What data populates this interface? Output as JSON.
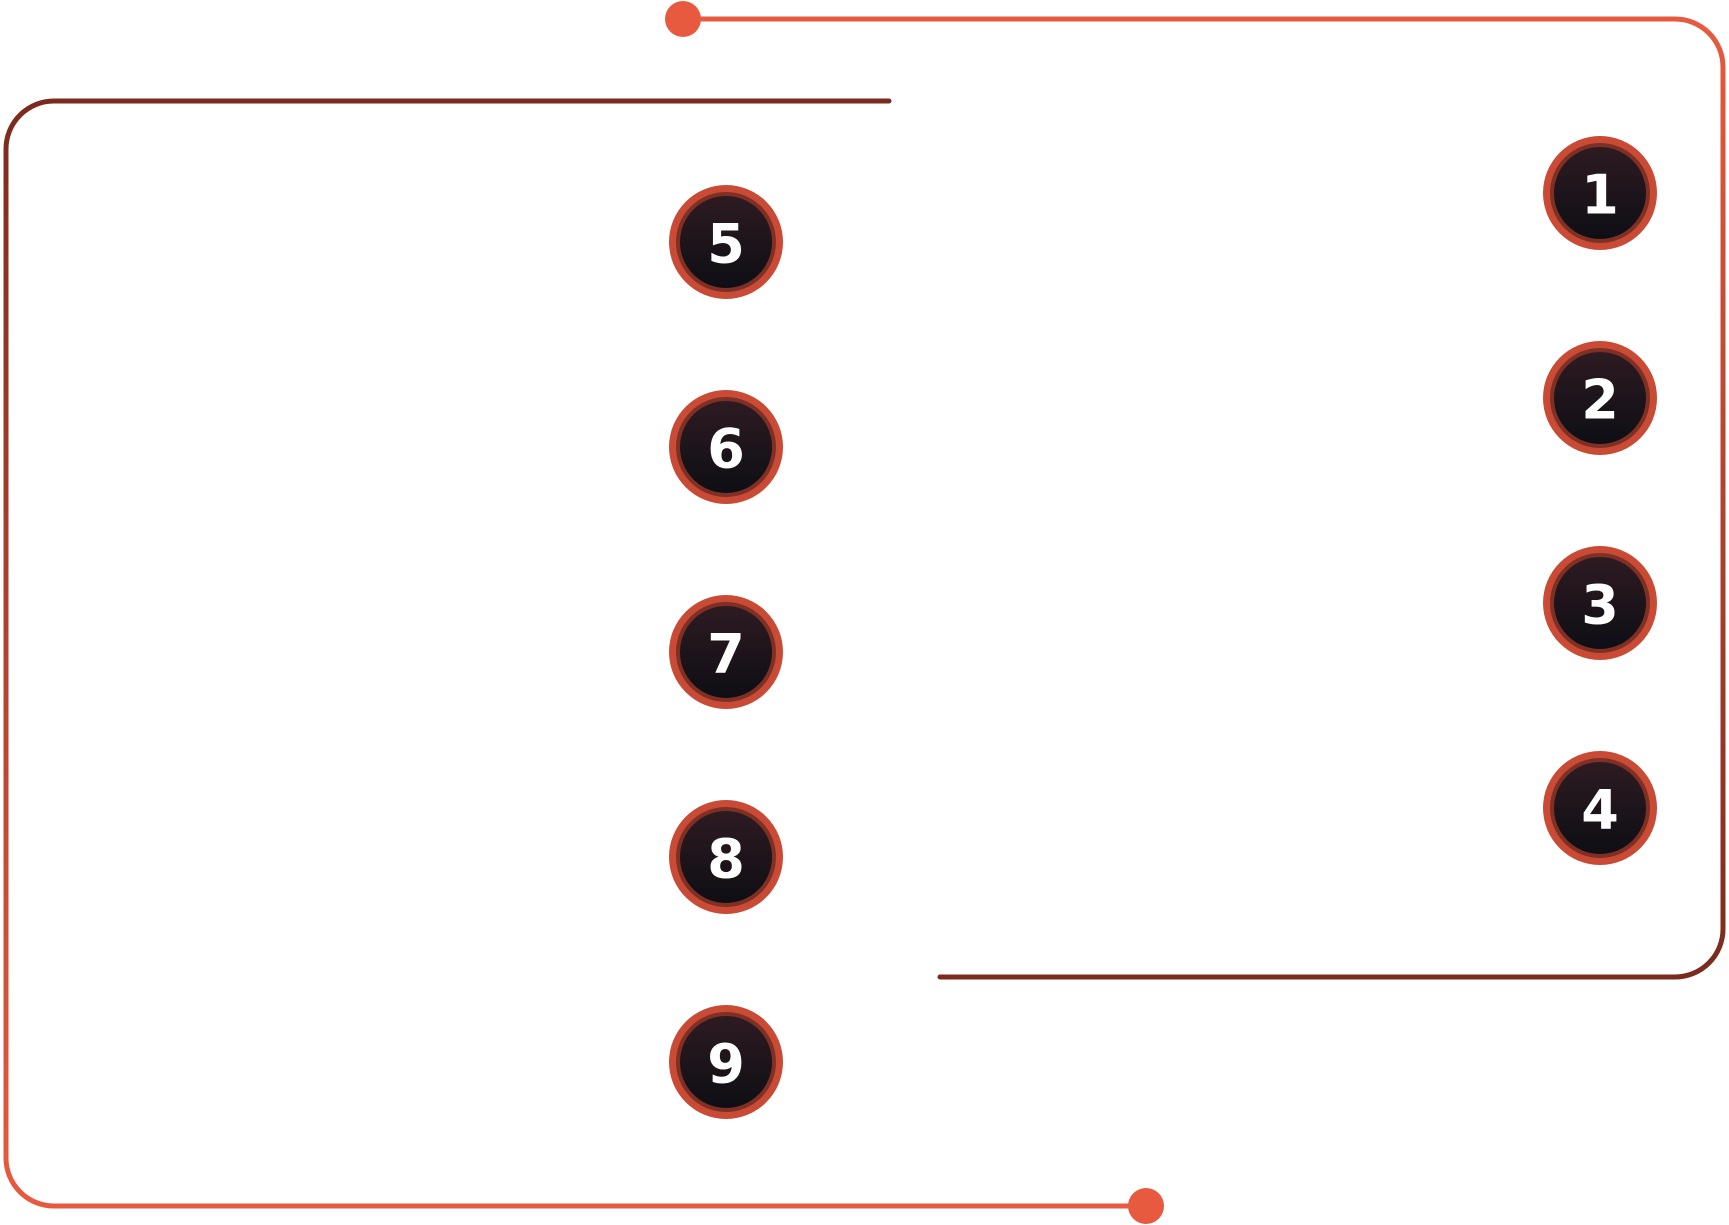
{
  "diagram": {
    "colors": {
      "line_light": "#e85a3f",
      "line_dark": "#7a2b1e",
      "badge_fill_top": "#2e1b22",
      "badge_fill_bottom": "#0d0e14",
      "badge_ring": "#c94a35",
      "badge_inner_ring": "#7e3024",
      "number": "#ffffff"
    },
    "steps": [
      {
        "id": 1,
        "label": "1"
      },
      {
        "id": 2,
        "label": "2"
      },
      {
        "id": 3,
        "label": "3"
      },
      {
        "id": 4,
        "label": "4"
      },
      {
        "id": 5,
        "label": "5"
      },
      {
        "id": 6,
        "label": "6"
      },
      {
        "id": 7,
        "label": "7"
      },
      {
        "id": 8,
        "label": "8"
      },
      {
        "id": 9,
        "label": "9"
      }
    ]
  }
}
